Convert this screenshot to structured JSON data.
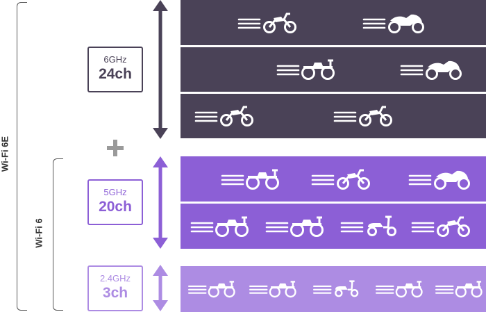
{
  "labels": {
    "wifi6e": "Wi-Fi 6E",
    "wifi6": "Wi-Fi 6"
  },
  "bands": [
    {
      "freq": "6GHz",
      "channels": "24ch",
      "color": "#4a4257",
      "lane_count": 3
    },
    {
      "freq": "5GHz",
      "channels": "20ch",
      "color": "#8c5fd6",
      "lane_count": 2
    },
    {
      "freq": "2.4GHz",
      "channels": "3ch",
      "color": "#ad8ce3",
      "lane_count": 1
    }
  ],
  "lanes": [
    {
      "band": "6GHz",
      "vehicles": [
        "dirt-bike-icon",
        "sport-bike-icon"
      ]
    },
    {
      "band": "6GHz",
      "vehicles": [
        "atv-icon",
        "sport-bike-icon"
      ]
    },
    {
      "band": "6GHz",
      "vehicles": [
        "dirt-bike-icon",
        "dirt-bike-icon"
      ]
    },
    {
      "band": "5GHz",
      "vehicles": [
        "atv-icon",
        "dirt-bike-icon",
        "sport-bike-icon"
      ]
    },
    {
      "band": "5GHz",
      "vehicles": [
        "atv-icon",
        "atv-icon",
        "scooter-icon",
        "dirt-bike-icon"
      ]
    },
    {
      "band": "2.4GHz",
      "vehicles": [
        "atv-icon",
        "atv-icon",
        "scooter-icon",
        "atv-icon",
        "atv-icon"
      ]
    }
  ]
}
